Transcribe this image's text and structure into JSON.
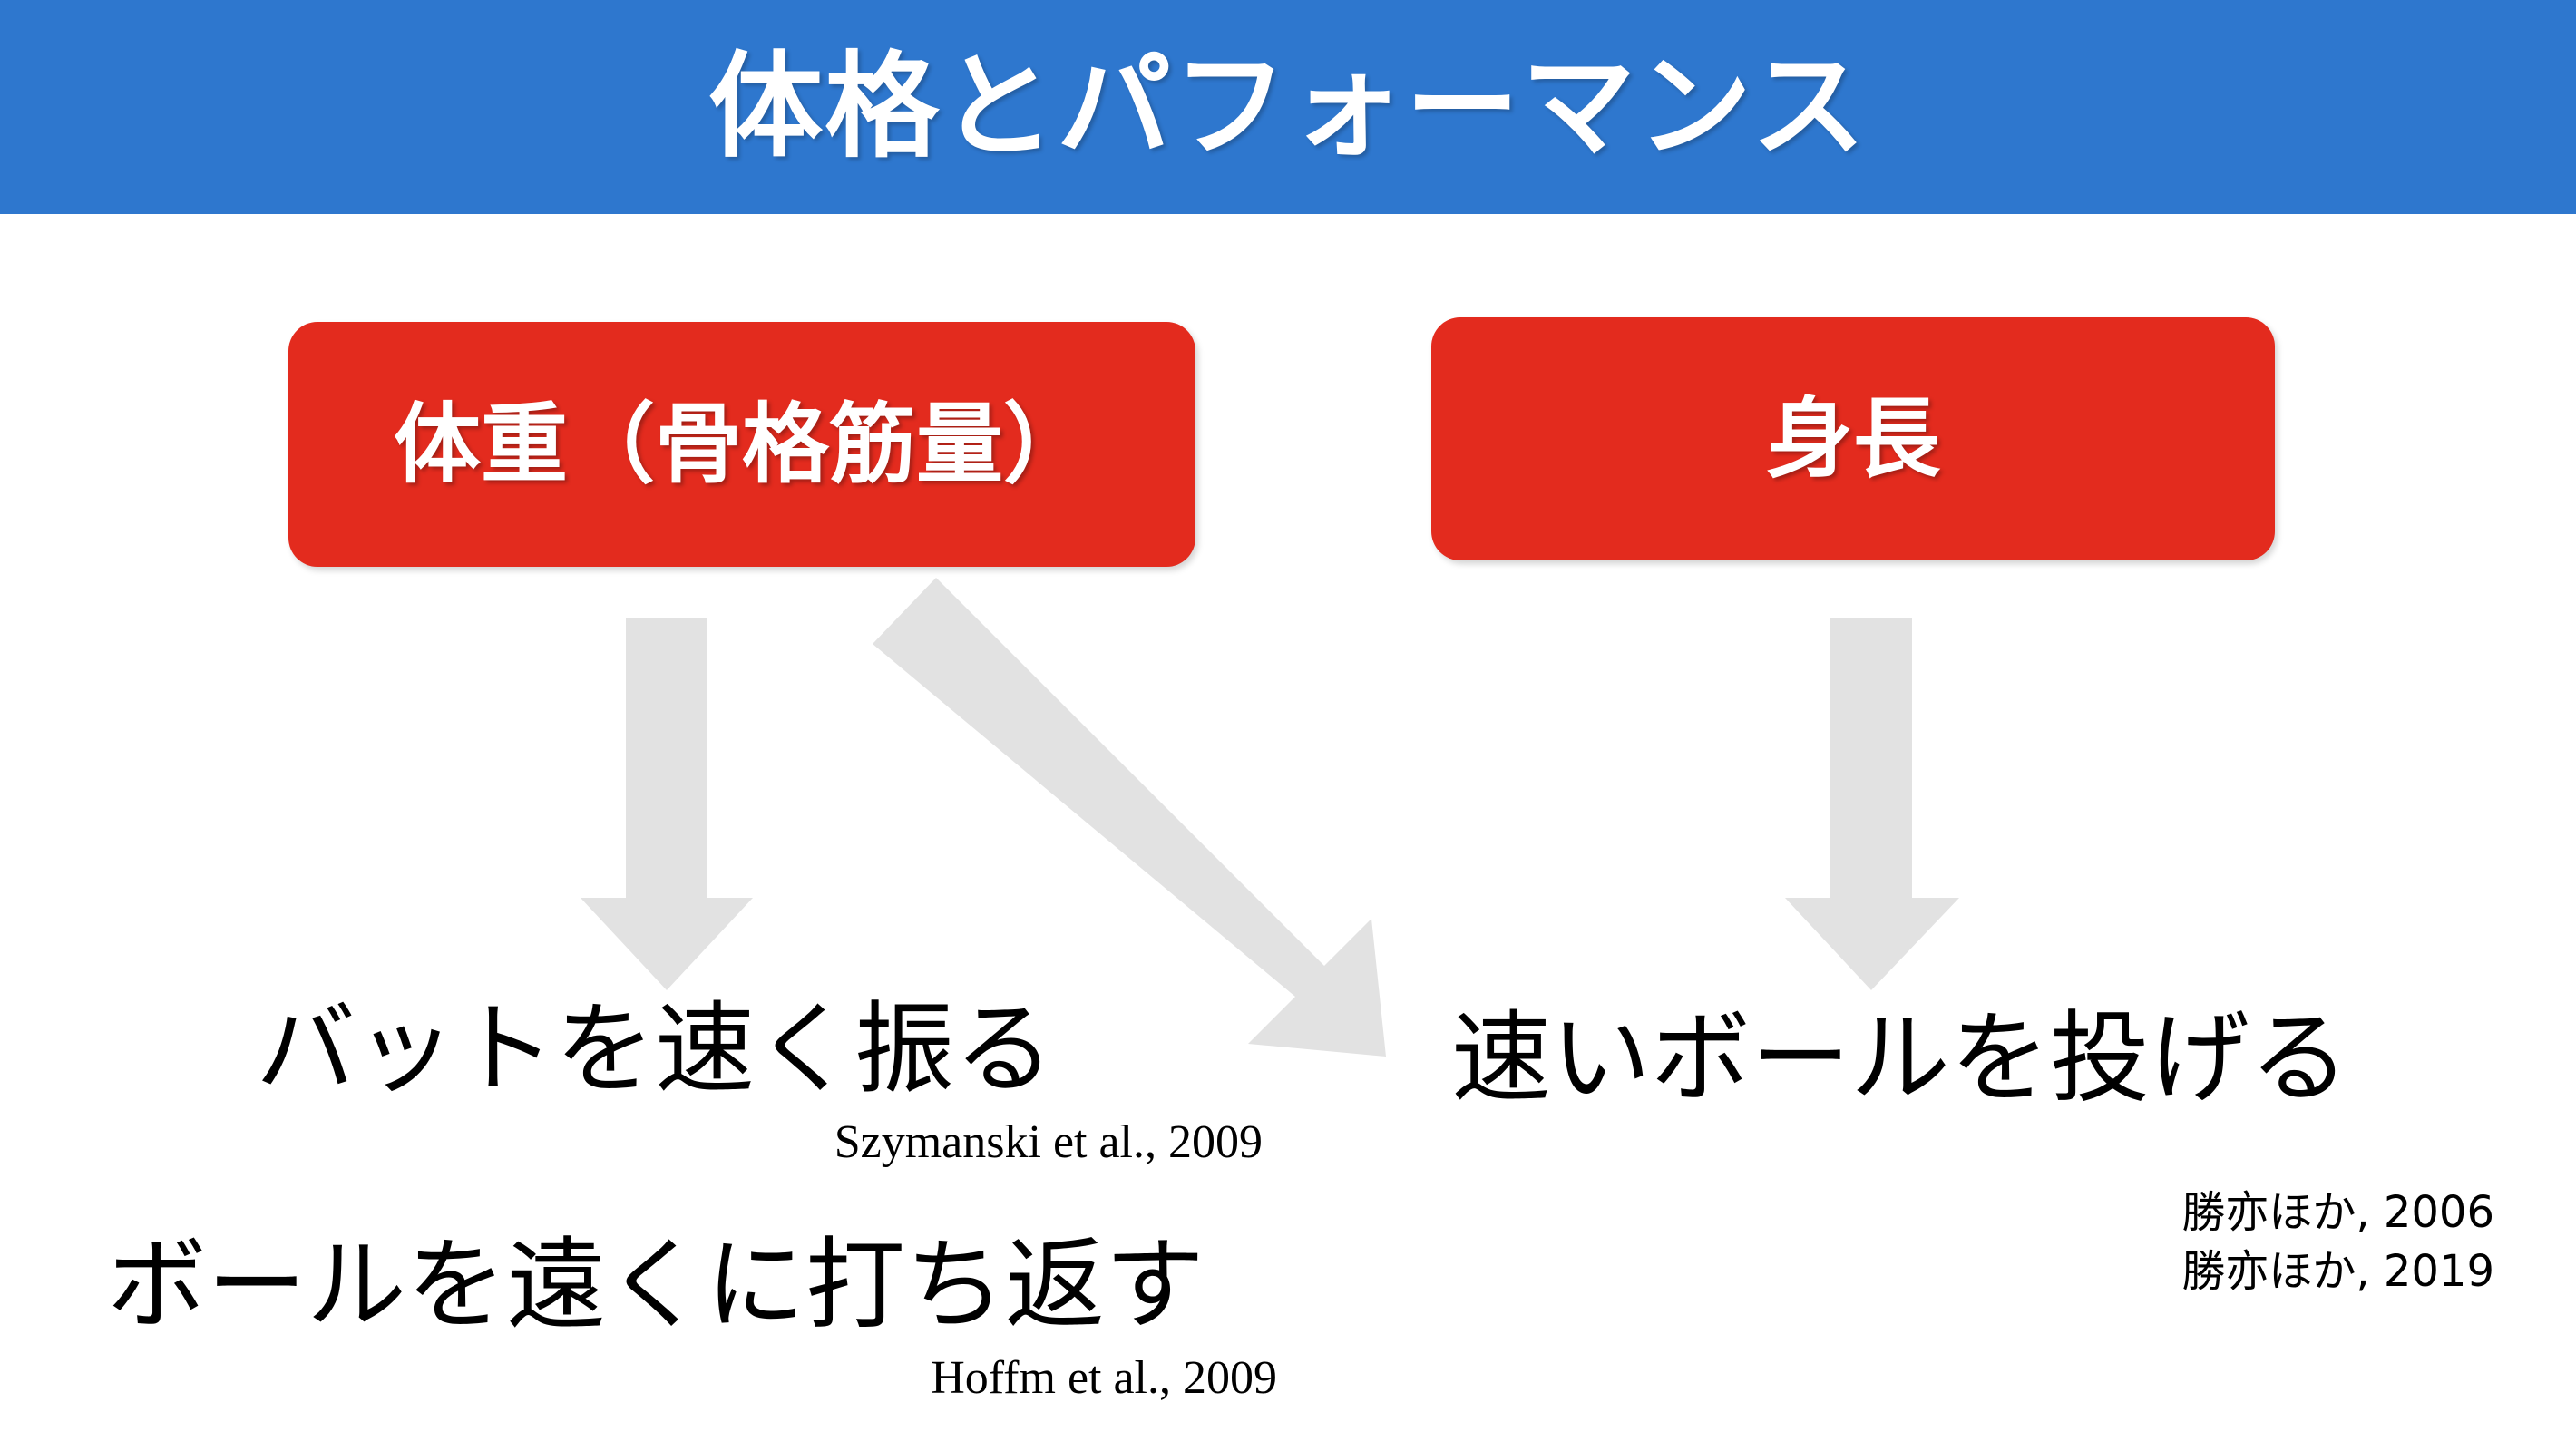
{
  "slide": {
    "title": "体格とパフォーマンス",
    "colors": {
      "title_bar": "#2E77CE",
      "concept_box": "#E32B1E",
      "arrow": "#E2E2E2",
      "text": "#000000",
      "background": "#FFFFFF"
    }
  },
  "concepts": [
    {
      "id": "weight",
      "label": "体重（骨格筋量）"
    },
    {
      "id": "height",
      "label": "身長"
    }
  ],
  "arrows": [
    {
      "id": "weight-to-bat-speed",
      "direction": "down",
      "icon": "arrow-down-icon"
    },
    {
      "id": "weight-to-throw-speed",
      "direction": "down-right",
      "icon": "arrow-down-right-icon"
    },
    {
      "id": "height-to-throw-speed",
      "direction": "down",
      "icon": "arrow-down-icon"
    }
  ],
  "outcomes": [
    {
      "id": "bat-speed",
      "text": "バットを速く振る",
      "citations": [
        "Szymanski et al., 2009"
      ]
    },
    {
      "id": "bat-distance",
      "text": "ボールを遠くに打ち返す",
      "citations": [
        "Hoffm et al., 2009"
      ]
    },
    {
      "id": "throw-speed",
      "text": "速いボールを投げる",
      "citations": [
        "勝亦ほか, 2006",
        "勝亦ほか, 2019"
      ]
    }
  ]
}
